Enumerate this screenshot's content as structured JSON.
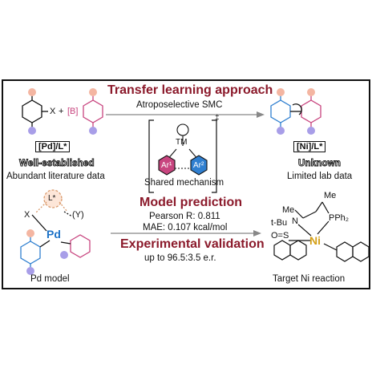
{
  "sections": {
    "transfer": {
      "title": "Transfer learning approach",
      "subtitle": "Atroposelective SMC"
    },
    "prediction": {
      "title": "Model prediction",
      "pearson": "Pearson R: 0.811",
      "mae": "MAE: 0.107 kcal/mol"
    },
    "validation": {
      "title": "Experimental validation",
      "er": "up to 96.5:3.5 e.r."
    }
  },
  "left_top": {
    "x_label": "X",
    "plus": "+",
    "boron": "[B]",
    "catalyst": "[Pd]/L*",
    "status": "Well-established",
    "caption": "Abundant literature data"
  },
  "right_top": {
    "catalyst": "[Ni]/L*",
    "status": "Unknown",
    "caption": "Limited lab data"
  },
  "center": {
    "dagger": "‡",
    "ts_metal": "TM",
    "ar1": "Ar¹",
    "ar2": "Ar²",
    "caption": "Shared mechanism"
  },
  "pd_model": {
    "ligand": "L*",
    "x": "X",
    "y": "(Y)",
    "metal": "Pd",
    "caption": "Pd model"
  },
  "ni_target": {
    "me1": "Me",
    "me2": "Me",
    "tbu": "t-Bu",
    "n": "N",
    "os": "O=S",
    "pph2": "PPh₂",
    "metal": "Ni",
    "caption": "Target Ni reaction"
  },
  "colors": {
    "heading": "#8b1a2b",
    "pink": "#c8457f",
    "blue": "#2f7fd0",
    "ni": "#d4a017",
    "peach": "#f4b6a2",
    "lavender": "#a89ee8"
  }
}
